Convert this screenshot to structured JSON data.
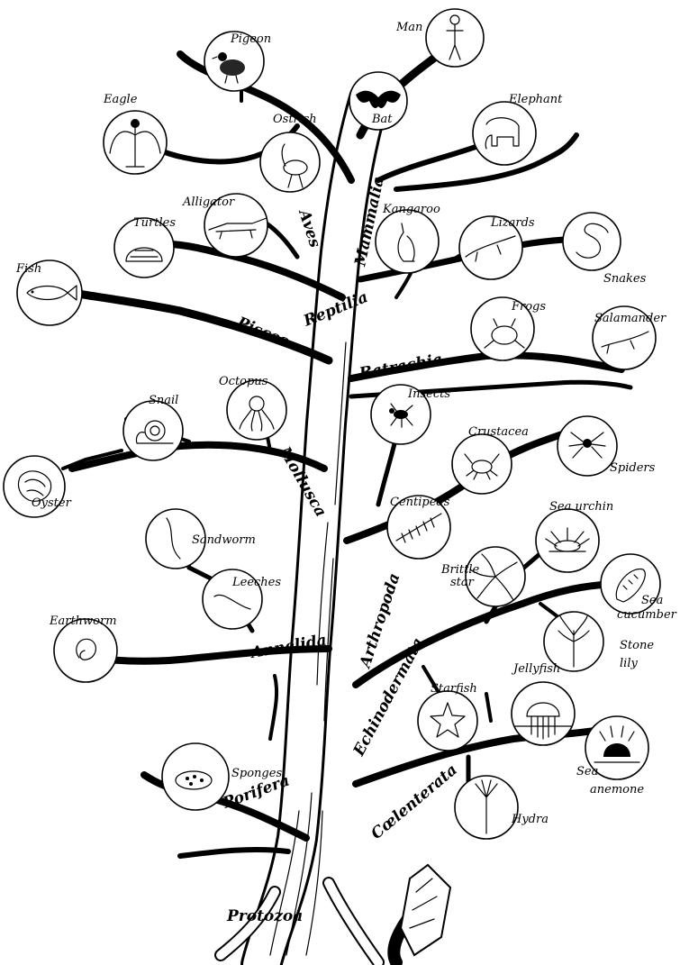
{
  "groups": {
    "protozoa": "Protozoa",
    "porifera": "Porifera",
    "coelenterata": "Cœlenterata",
    "echinodermata": "Echinodermata",
    "arthropoda": "Arthropoda",
    "annelida": "Annelida",
    "mollusca": "Mollusca",
    "pisces": "Pisces",
    "batrachia": "Batrachia",
    "reptilia": "Reptilia",
    "aves": "Aves",
    "mammalia": "Mammalia"
  },
  "animals": {
    "man": "Man",
    "pigeon": "Pigeon",
    "eagle": "Eagle",
    "ostrich": "Ostrich",
    "bat": "Bat",
    "elephant": "Elephant",
    "alligator": "Alligator",
    "turtles": "Turtles",
    "kangaroo": "Kangaroo",
    "lizards": "Lizards",
    "snakes": "Snakes",
    "fish": "Fish",
    "frogs": "Frogs",
    "salamander": "Salamander",
    "octopus": "Octopus",
    "snail": "Snail",
    "insects": "Insects",
    "crustacea": "Crustacea",
    "spiders": "Spiders",
    "oyster": "Oyster",
    "sandworm": "Sandworm",
    "centipeds": "Centipeds",
    "sea_urchin": "Sea urchin",
    "leeches": "Leeches",
    "brittle": "Brittle",
    "star": "star",
    "sea": "Sea",
    "cucumber": "cucumber",
    "earthworm": "Earthworm",
    "stone": "Stone",
    "lily": "lily",
    "starfish": "Starfish",
    "jellyfish": "Jellyfish",
    "sponges": "Sponges",
    "sea_anemone_1": "Sea",
    "sea_anemone_2": "anemone",
    "hydra": "Hydra"
  },
  "icons": {
    "man": "man-icon",
    "pigeon": "pigeon-icon",
    "eagle": "eagle-icon",
    "ostrich": "ostrich-icon",
    "bat": "bat-icon",
    "elephant": "elephant-icon",
    "alligator": "alligator-icon",
    "turtles": "turtle-icon",
    "kangaroo": "kangaroo-icon",
    "lizards": "lizard-icon",
    "snakes": "snake-icon",
    "fish": "fish-icon",
    "frogs": "frog-icon",
    "salamander": "salamander-icon",
    "octopus": "octopus-icon",
    "snail": "snail-icon",
    "insects": "insect-icon",
    "crustacea": "crab-icon",
    "spiders": "spider-icon",
    "oyster": "oyster-icon",
    "sandworm": "sandworm-icon",
    "centipeds": "centipede-icon",
    "sea_urchin": "sea-urchin-icon",
    "leeches": "leech-icon",
    "brittle_star": "brittle-star-icon",
    "sea_cucumber": "sea-cucumber-icon",
    "earthworm": "earthworm-icon",
    "stone_lily": "stone-lily-icon",
    "starfish": "starfish-icon",
    "jellyfish": "jellyfish-icon",
    "sponges": "sponge-icon",
    "sea_anemone": "sea-anemone-icon",
    "hydra": "hydra-icon"
  }
}
